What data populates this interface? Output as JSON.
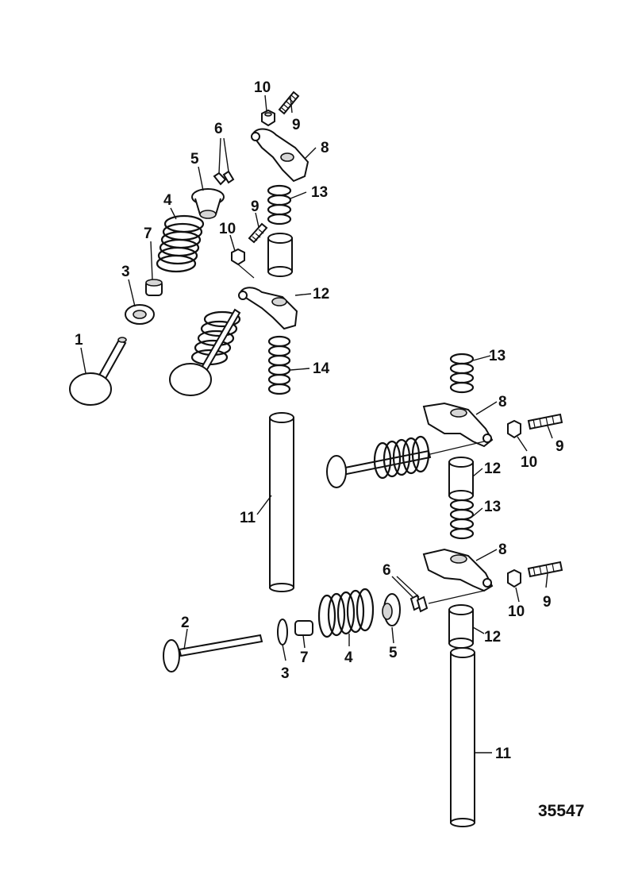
{
  "figure_number": "35547",
  "callouts": [
    {
      "id": "c10a",
      "text": "10"
    },
    {
      "id": "c9a",
      "text": "9"
    },
    {
      "id": "c6a",
      "text": "6"
    },
    {
      "id": "c8a",
      "text": "8"
    },
    {
      "id": "c5a",
      "text": "5"
    },
    {
      "id": "c13a",
      "text": "13"
    },
    {
      "id": "c4a",
      "text": "4"
    },
    {
      "id": "c9b",
      "text": "9"
    },
    {
      "id": "c10b",
      "text": "10"
    },
    {
      "id": "c7a",
      "text": "7"
    },
    {
      "id": "c3a",
      "text": "3"
    },
    {
      "id": "c12a",
      "text": "12"
    },
    {
      "id": "c1",
      "text": "1"
    },
    {
      "id": "c14",
      "text": "14"
    },
    {
      "id": "c13b",
      "text": "13"
    },
    {
      "id": "c8b",
      "text": "8"
    },
    {
      "id": "c9c",
      "text": "9"
    },
    {
      "id": "c10c",
      "text": "10"
    },
    {
      "id": "c12b",
      "text": "12"
    },
    {
      "id": "c11a",
      "text": "11"
    },
    {
      "id": "c13c",
      "text": "13"
    },
    {
      "id": "c8c",
      "text": "8"
    },
    {
      "id": "c6b",
      "text": "6"
    },
    {
      "id": "c9d",
      "text": "9"
    },
    {
      "id": "c10d",
      "text": "10"
    },
    {
      "id": "c2",
      "text": "2"
    },
    {
      "id": "c7b",
      "text": "7"
    },
    {
      "id": "c4b",
      "text": "4"
    },
    {
      "id": "c5b",
      "text": "5"
    },
    {
      "id": "c12c",
      "text": "12"
    },
    {
      "id": "c3b",
      "text": "3"
    },
    {
      "id": "c11b",
      "text": "11"
    }
  ]
}
